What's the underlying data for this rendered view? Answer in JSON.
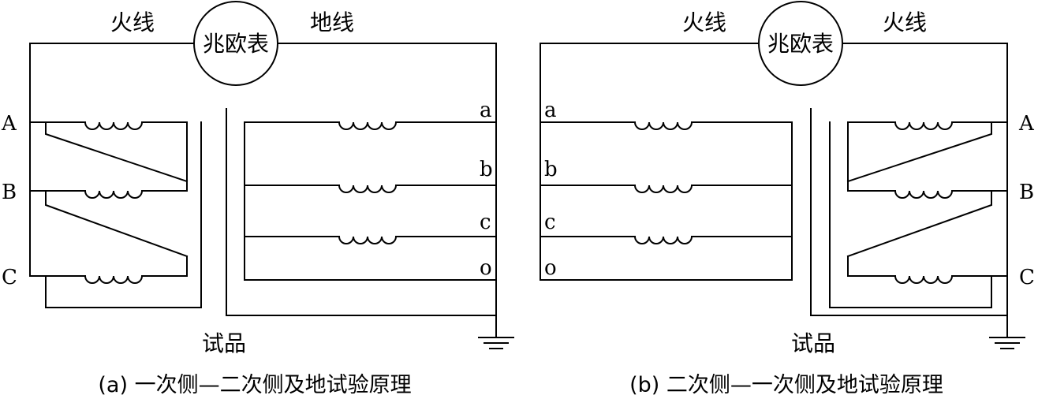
{
  "diagram_a": {
    "label_live": "火线",
    "meter_label": "兆欧表",
    "label_ground": "地线",
    "primary_terminals": [
      "A",
      "B",
      "C"
    ],
    "secondary_terminals": [
      "a",
      "b",
      "c",
      "o"
    ],
    "specimen_label": "试品",
    "caption": "(a) 一次侧—二次侧及地试验原理"
  },
  "diagram_b": {
    "label_live_left": "火线",
    "meter_label": "兆欧表",
    "label_live_right": "火线",
    "secondary_terminals": [
      "a",
      "b",
      "c",
      "o"
    ],
    "primary_terminals": [
      "A",
      "B",
      "C"
    ],
    "specimen_label": "试品",
    "caption": "(b) 二次侧—一次侧及地试验原理"
  },
  "colors": {
    "line": "#000000",
    "background": "#ffffff"
  }
}
